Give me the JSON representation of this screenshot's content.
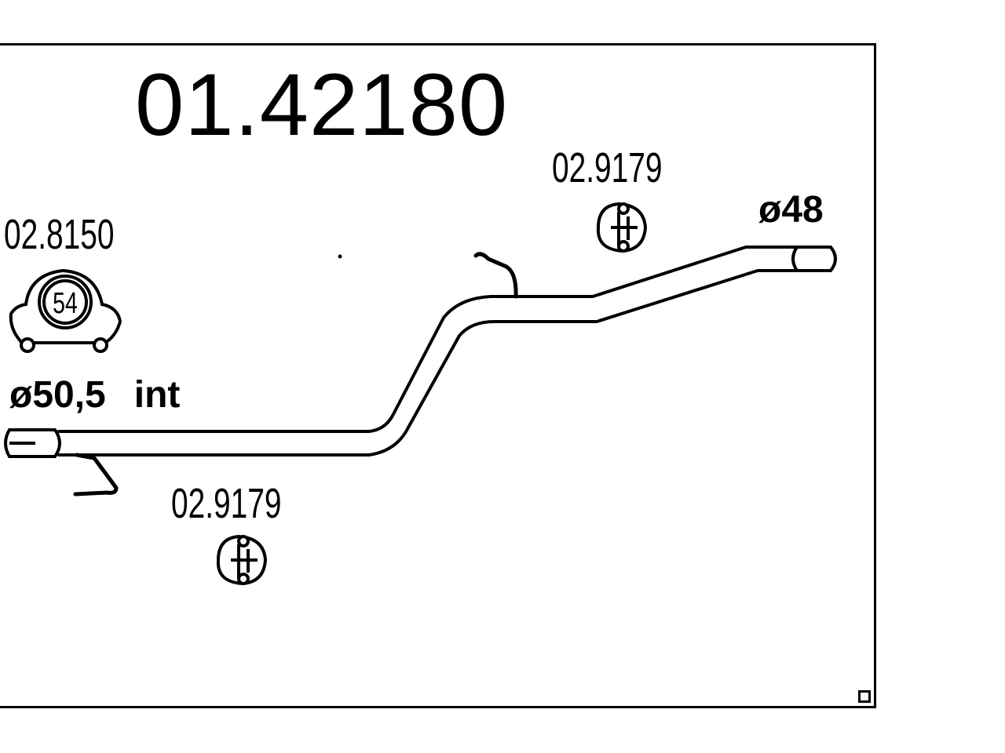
{
  "part": {
    "number": "01.42180"
  },
  "components": {
    "clamp": {
      "code": "02.8150",
      "size": "54"
    },
    "hanger_top": {
      "code": "02.9179"
    },
    "hanger_bottom": {
      "code": "02.9179"
    }
  },
  "dimensions": {
    "inlet": {
      "diameter": "ø50,5",
      "type": "int"
    },
    "outlet": {
      "diameter": "ø48"
    }
  }
}
